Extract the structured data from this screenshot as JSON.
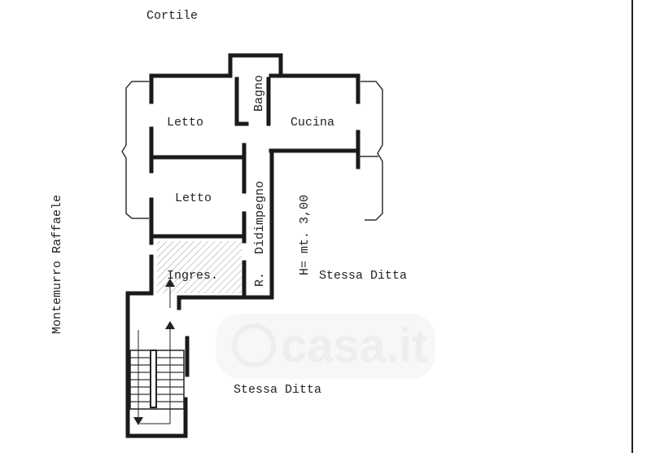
{
  "labels": {
    "courtyard": "Cortile",
    "bathroom": "Bagno",
    "bedroom_1": "Letto",
    "kitchen": "Cucina",
    "bedroom_2": "Letto",
    "corridor": "Didimpegno",
    "storage": "R.",
    "ceiling_height": "H= mt. 3,00",
    "entrance": "Ingres.",
    "neighbor_right": "Stessa Ditta",
    "neighbor_bottom": "Stessa Ditta",
    "neighbor_left": "Montemurro Raffaele"
  },
  "watermark": "casa.it"
}
